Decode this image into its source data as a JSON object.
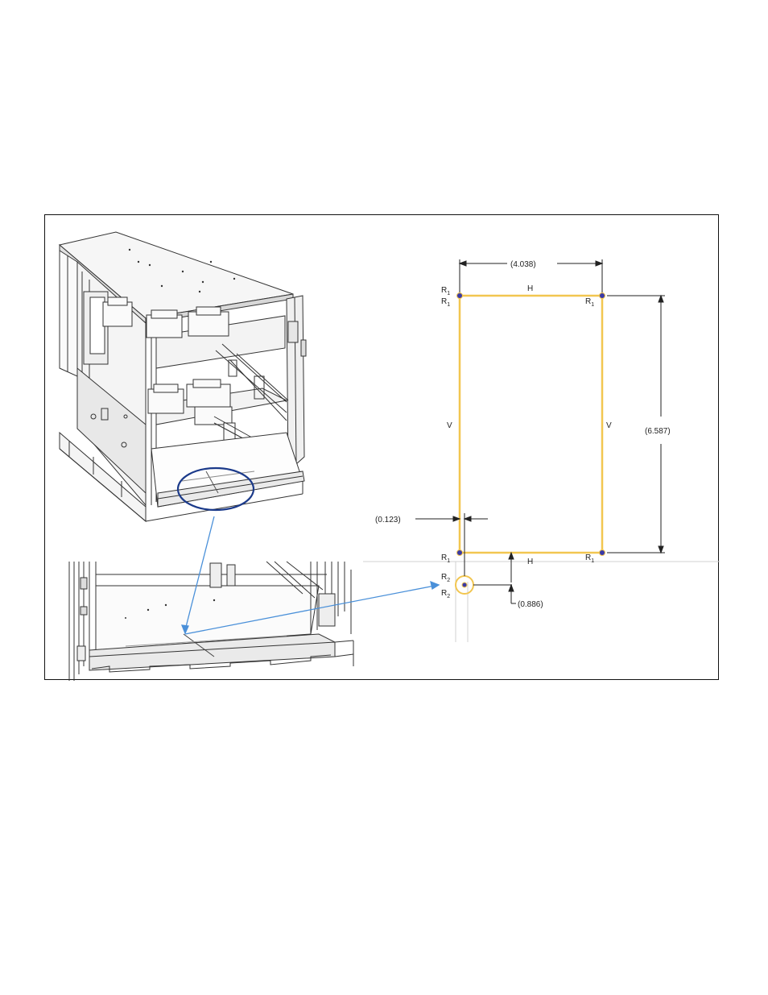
{
  "sketch": {
    "dim_width": "(4.038)",
    "dim_height": "(6.587)",
    "dim_offset_x": "(0.123)",
    "dim_offset_y": "(0.886)",
    "h_top": "H",
    "h_bottom": "H",
    "v_left": "V",
    "v_right": "V",
    "rel_top_left_a": "R",
    "rel_top_left_a_sub": "1",
    "rel_top_left_b": "R",
    "rel_top_left_b_sub": "1",
    "rel_top_right": "R",
    "rel_top_right_sub": "1",
    "rel_bottom_left": "R",
    "rel_bottom_left_sub": "1",
    "rel_bottom_right": "R",
    "rel_bottom_right_sub": "1",
    "rel_point_a": "R",
    "rel_point_a_sub": "2",
    "rel_point_b": "R",
    "rel_point_b_sub": "2"
  },
  "colors": {
    "sketch_line": "#f2c650",
    "callout_ellipse": "#1b3a8a",
    "leader_arrow": "#4a90d9",
    "vertex_marker": "#3a3aa8",
    "drawing_line": "#333333"
  }
}
